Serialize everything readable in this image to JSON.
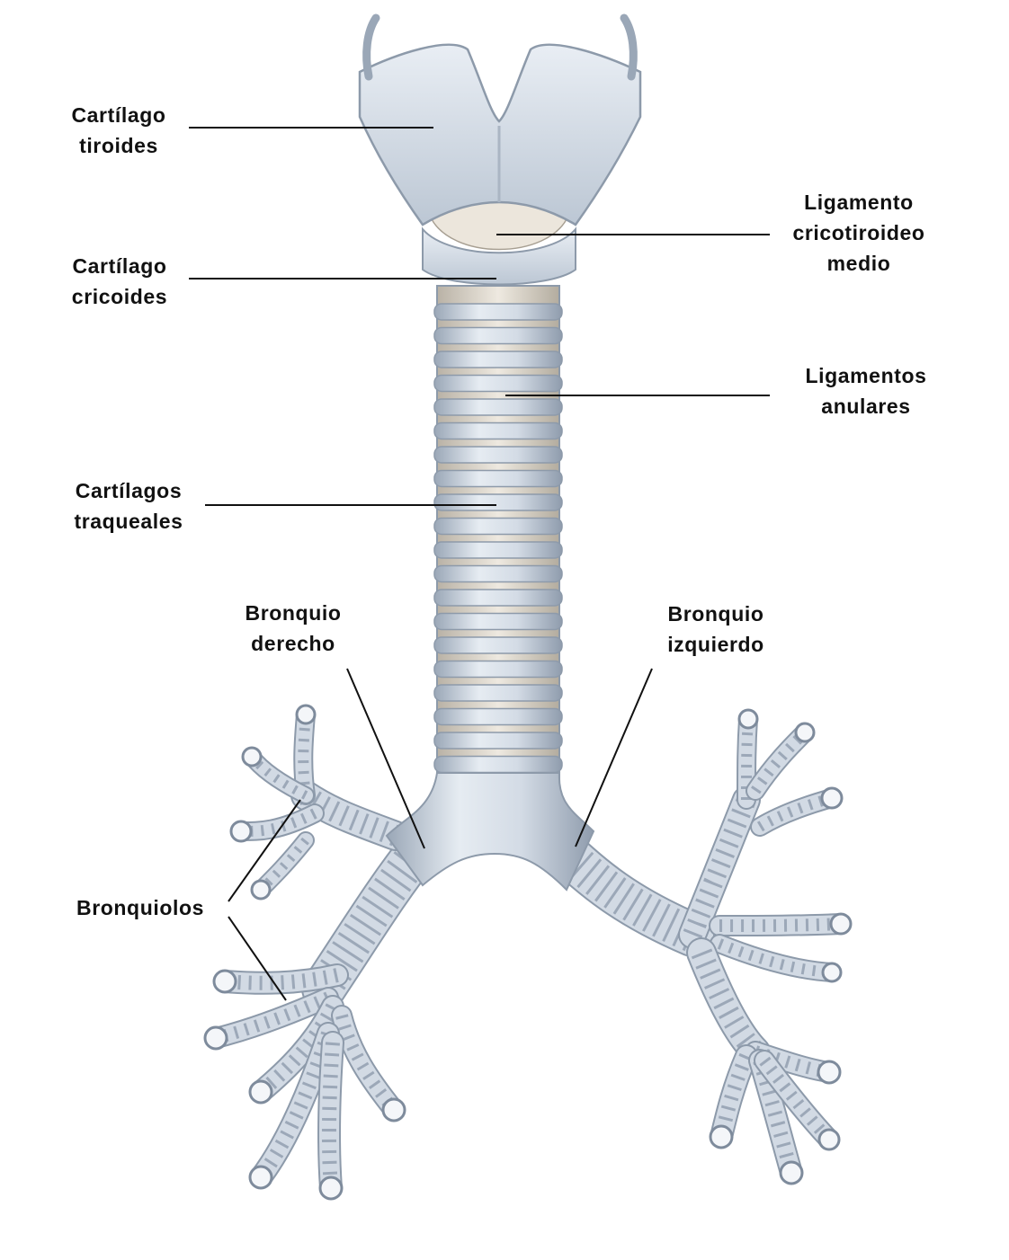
{
  "labels": {
    "thyroid": [
      "Cartílago",
      "tiroides"
    ],
    "cricoid": [
      "Cartílago",
      "cricoides"
    ],
    "cricothyroid": [
      "Ligamento",
      "cricotiroideo",
      "medio"
    ],
    "annular": [
      "Ligamentos",
      "anulares"
    ],
    "tracheal": [
      "Cartílagos",
      "traqueales"
    ],
    "right_bronchus": [
      "Bronquio",
      "derecho"
    ],
    "left_bronchus": [
      "Bronquio",
      "izquierdo"
    ],
    "bronchioles": [
      "Bronquiolos"
    ]
  },
  "colors": {
    "cartilage": "#c9d3de",
    "cartilage_light": "#e4eaf1",
    "cartilage_dark": "#8d9aaa",
    "ligament": "#e3ddd2",
    "leader_line": "#111111",
    "text": "#111111"
  }
}
